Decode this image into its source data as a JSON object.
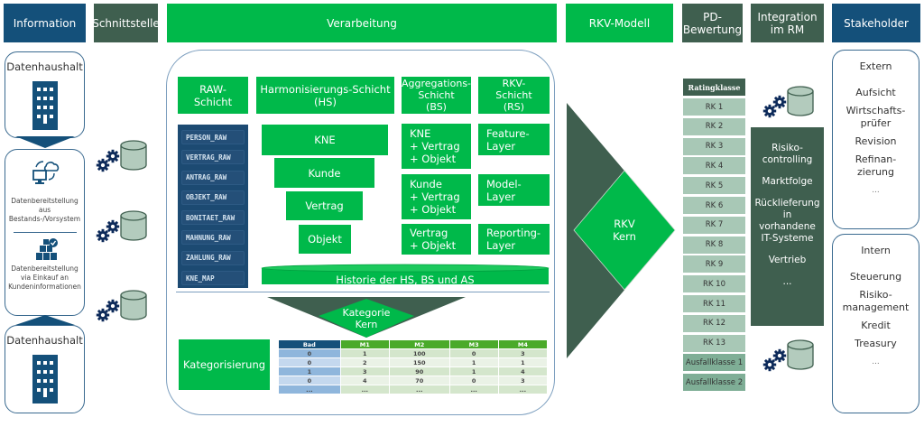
{
  "header": {
    "information": "Information",
    "schnittstelle": "Schnittstelle",
    "verarbeitung": "Verarbeitung",
    "rkv_modell": "RKV-Modell",
    "pd_bewertung": "PD-\nBewertung",
    "integration": "Integration\nim RM",
    "stakeholder": "Stakeholder"
  },
  "information": {
    "top_title": "Datenhaushalt",
    "source1": "Datenbereitstellung\naus\nBestands-/Vorsystem",
    "source2": "Datenbereitstellung\nvia Einkauf an\nKundeninformationen",
    "bottom_title": "Datenhaushalt"
  },
  "layers": {
    "raw": "RAW-\nSchicht",
    "hs": "Harmonisierungs-Schicht\n(HS)",
    "bs": "Aggregations-\nSchicht\n(BS)",
    "rs": "RKV-\nSchicht\n(RS)"
  },
  "raw_tables": [
    "PERSON_RAW",
    "VERTRAG_RAW",
    "ANTRAG_RAW",
    "OBJEKT_RAW",
    "BONITAET_RAW",
    "MAHNUNG_RAW",
    "ZAHLUNG_RAW",
    "KNE_MAP"
  ],
  "hs_items": [
    "KNE",
    "Kunde",
    "Vertrag",
    "Objekt"
  ],
  "bs_items": [
    "KNE\n+ Vertrag\n+ Objekt",
    "Kunde\n+ Vertrag\n+ Objekt",
    "Vertrag\n+ Objekt"
  ],
  "rs_items": [
    "Feature-\nLayer",
    "Model-\nLayer",
    "Reporting-\nLayer"
  ],
  "historie": "Historie der HS, BS und AS",
  "kategorie_kern": "Kategorie\nKern",
  "kategorisierung": "Kategorisierung",
  "kategorie_table": {
    "columns": [
      "Bad",
      "M1",
      "M2",
      "M3",
      "M4"
    ],
    "rows": [
      [
        "0",
        "1",
        "100",
        "0",
        "3"
      ],
      [
        "0",
        "2",
        "150",
        "1",
        "1"
      ],
      [
        "1",
        "3",
        "90",
        "1",
        "4"
      ],
      [
        "0",
        "4",
        "70",
        "0",
        "3"
      ],
      [
        "...",
        "...",
        "...",
        "...",
        "..."
      ]
    ]
  },
  "rkv_kern": "RKV\nKern",
  "rating": {
    "header": "Ratingklasse",
    "classes": [
      "RK 1",
      "RK 2",
      "RK 3",
      "RK 4",
      "RK 5",
      "RK 6",
      "RK 7",
      "RK 8",
      "RK 9",
      "RK 10",
      "RK 11",
      "RK 12",
      "RK 13"
    ],
    "ausfall": [
      "Ausfallklasse 1",
      "Ausfallklasse 2"
    ]
  },
  "integration_items": [
    "Risiko-\ncontrolling",
    "Marktfolge",
    "Rücklieferung\nin\nvorhandene\nIT-Systeme",
    "Vertrieb",
    "..."
  ],
  "stakeholder": {
    "extern_title": "Extern",
    "extern_items": [
      "Aufsicht",
      "Wirtschafts-\nprüfer",
      "Revision",
      "Refinan-\nzierung",
      "..."
    ],
    "intern_title": "Intern",
    "intern_items": [
      "Steuerung",
      "Risiko-\nmanagement",
      "Kredit",
      "Treasury",
      "..."
    ]
  },
  "colors": {
    "blue": "#14507a",
    "dark_green": "#3f5f4f",
    "bright_green": "#00b94a",
    "rating_green": "#a8c8b6",
    "db_green": "#b3cbbd"
  }
}
